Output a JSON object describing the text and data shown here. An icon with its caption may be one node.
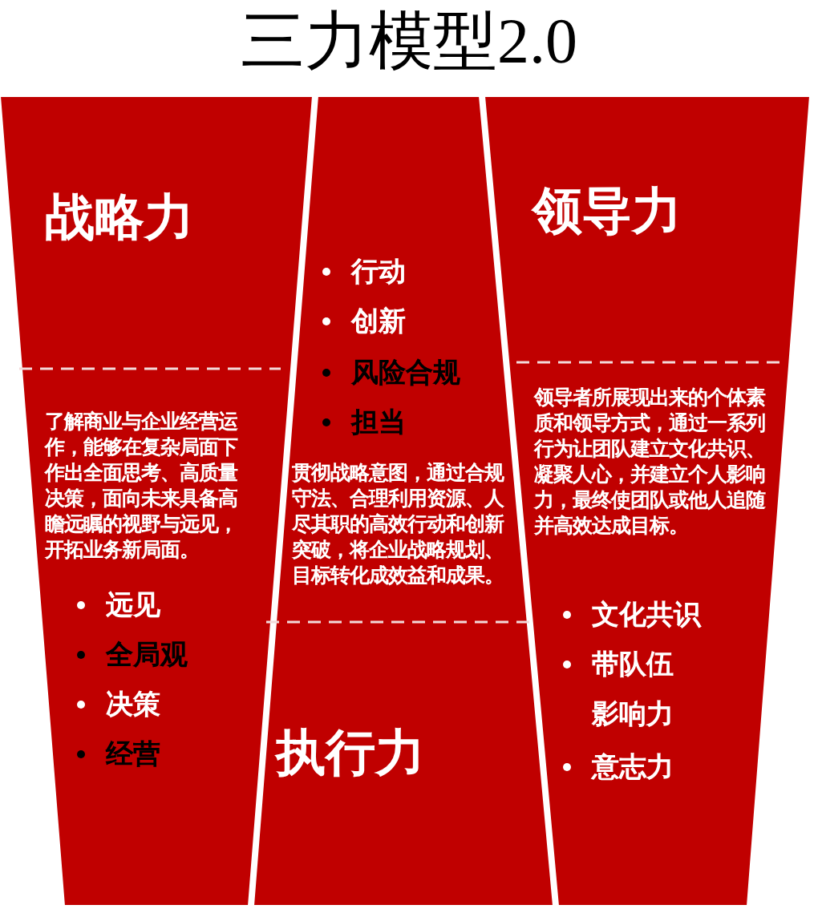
{
  "diagram": {
    "title": "三力模型2.0",
    "nodes": [
      {
        "text": [
          "战略力",
          "了解商业与企业经营运作，能够在复杂局面下作出全面思考、高质量决策，面向未来具备高瞻远瞩的视野与远见，开拓业务新局面。",
          "远见",
          "全局观",
          "决策",
          "经营"
        ]
      },
      {
        "text": [
          "行动",
          "创新",
          "风险合规",
          "担当",
          "贯彻战略意图，通过合规守法、合理利用资源、人尽其职的高效行动和创新突破，将企业战略规划、目标转化成效益和成果。",
          "执行力"
        ]
      },
      {
        "text": [
          "领导力",
          "领导者所展现出来的个体素质和领导方式，通过一系列行为让团队建立文化共识、凝聚人心，并建立个人影响力，最终使团队或他人追随并高效达成目标。",
          "文化共识",
          "带队伍影响力",
          "意志力"
        ]
      }
    ]
  }
}
